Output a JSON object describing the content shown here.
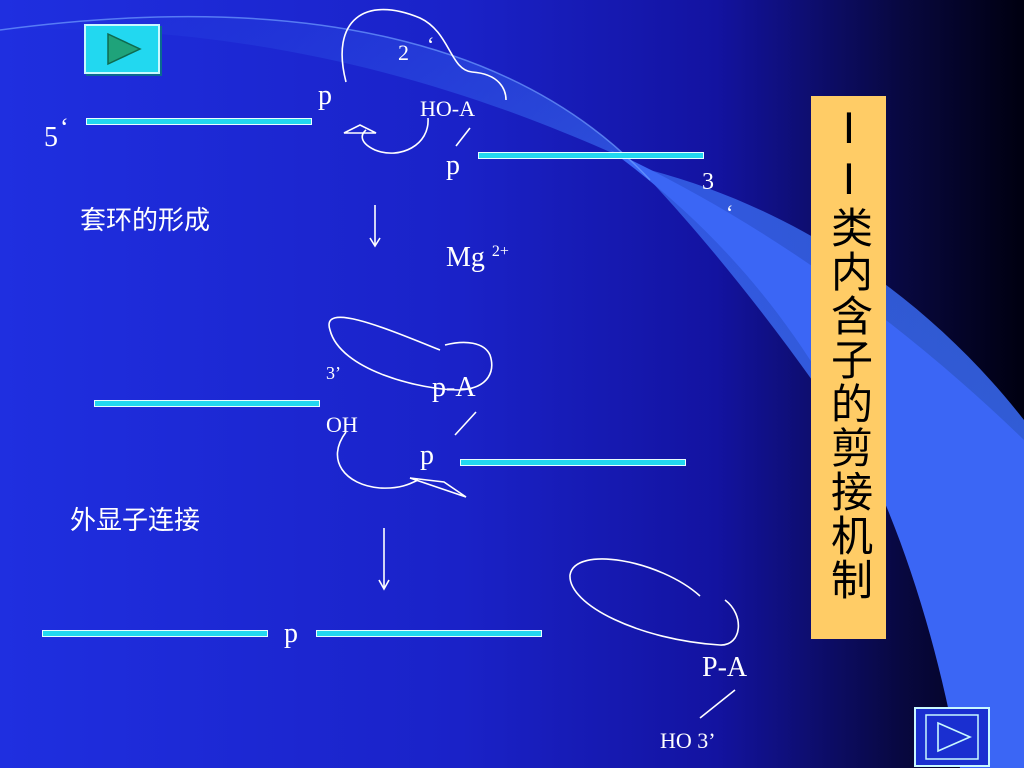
{
  "title": "II类内含子的剪接机制",
  "steps": {
    "step1": "套环的形成",
    "step2": "外显子连接"
  },
  "labels": {
    "five_prime": "5",
    "p1": "p",
    "two_prime": "2",
    "prime_mark": "‘",
    "ho_a": "HO-A",
    "p2": "p",
    "three_prime": "3",
    "mg": "Mg",
    "mg_charge": "2+",
    "three_prime_2": "3’",
    "p_a": "p-A",
    "oh": "OH",
    "p3": "p",
    "p4": "p",
    "p_a_cap": "P-A",
    "ho3": "HO 3’"
  },
  "colors": {
    "strand": "#22d8f0",
    "title_bg": "#ffcc66",
    "nav_bg": "#22d8f0",
    "nav_alt_bg": "#1a2fd0",
    "nav_arrow": "#1fa37a"
  },
  "icons": {
    "top_nav": "play-icon",
    "bottom_nav": "next-icon"
  }
}
